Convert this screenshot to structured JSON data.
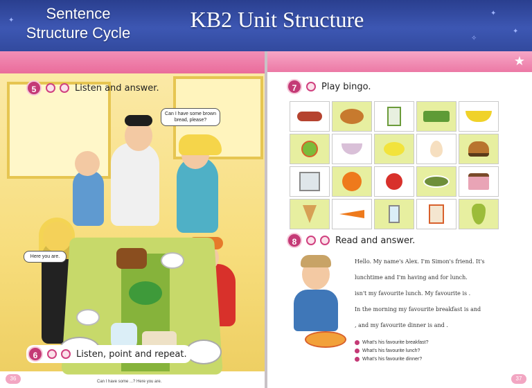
{
  "banner": {
    "left_line1": "Sentence",
    "left_line2": "Structure Cycle",
    "title": "KB2 Unit Structure",
    "colors": {
      "banner": "#3d57b3",
      "pink": "#ea6c9b",
      "badge": "#c43a76"
    }
  },
  "left_page": {
    "activity5": {
      "number": "5",
      "label": "Listen and answer."
    },
    "activity6": {
      "number": "6",
      "label": "Listen, point and repeat."
    },
    "bubble_dad": "Can I have some brown bread, please?",
    "bubble_girl": "Here you are.",
    "footer_page": "36",
    "footer_text": "Can I have some ...? Here you are."
  },
  "right_page": {
    "activity7": {
      "number": "7",
      "label": "Play bingo."
    },
    "bingo_icons": [
      "sausage-icon",
      "roast-chicken-icon",
      "milk-carton-icon",
      "salad-tray-icon",
      "bananas-icon",
      "apple-icon",
      "rice-bowl-icon",
      "lemon-icon",
      "egg-icon",
      "burger-icon",
      "juice-bottles-icon",
      "orange-icon",
      "tomato-icon",
      "fish-plate-icon",
      "cake-icon",
      "ice-cream-icon",
      "carrot-icon",
      "tap-water-icon",
      "juice-box-icon",
      "pear-icon"
    ],
    "activity8": {
      "number": "8",
      "label": "Read and answer."
    },
    "reading_lines": [
      "Hello. My name's Alex. I'm Simon's friend. It's",
      "lunchtime and I'm having   and   for lunch.",
      "  isn't my favourite lunch. My favourite is  .",
      "In the morning my favourite breakfast is   and",
      ", and my favourite dinner is   and  ."
    ],
    "questions": [
      "What's his favourite breakfast?",
      "What's his favourite lunch?",
      "What's his favourite dinner?"
    ],
    "footer_page": "37"
  }
}
